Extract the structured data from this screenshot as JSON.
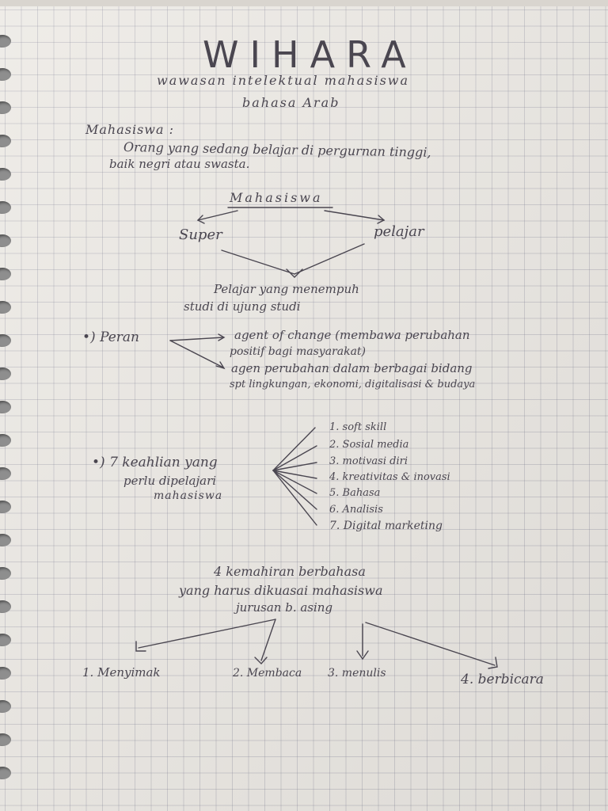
{
  "title": "WIHARA",
  "subtitle_line1": "wawasan intelektual mahasiswa",
  "subtitle_line2": "bahasa Arab",
  "definition": {
    "heading": "Mahasiswa :",
    "line1": "Orang yang sedang belajar di pergurnan tinggi,",
    "line2": "baik negri atau swasta."
  },
  "diagram": {
    "center": "Mahasiswa",
    "left": "Super",
    "right": "pelajar",
    "result_line1": "Pelajar yang menempuh",
    "result_line2": "studi di ujung studi"
  },
  "peran": {
    "label": "•) Peran",
    "item1_line1": "agent of change (membawa perubahan",
    "item1_line2": "positif bagi masyarakat)",
    "item2_line1": "agen perubahan dalam berbagai bidang",
    "item2_line2": "spt lingkungan, ekonomi, digitalisasi & budaya"
  },
  "keahlian": {
    "label_line1": "•) 7 keahlian yang",
    "label_line2": "perlu dipelajari",
    "label_line3": "mahasiswa",
    "items": [
      "1. soft skill",
      "2. Sosial media",
      "3. motivasi diri",
      "4. kreativitas & inovasi",
      "5. Bahasa",
      "6. Analisis",
      "7. Digital marketing"
    ]
  },
  "kemahiran": {
    "line1": "4 kemahiran berbahasa",
    "line2": "yang harus dikuasai mahasiswa",
    "line3": "jurusan b. asing",
    "items": [
      "1. Menyimak",
      "2. Membaca",
      "3. menulis",
      "4. berbicara"
    ]
  }
}
